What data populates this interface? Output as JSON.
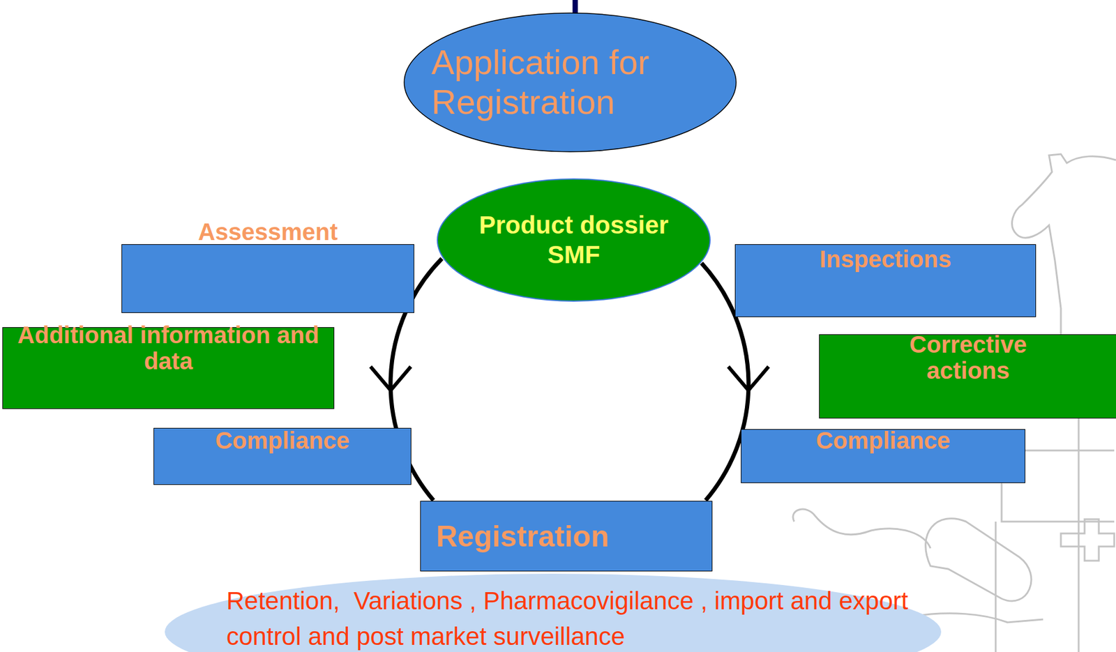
{
  "diagram": {
    "nodes": [
      {
        "text": [
          "Application for Registration"
        ]
      },
      {
        "text": [
          "Product dossier SMF"
        ]
      },
      {
        "text": [
          "Assessment"
        ]
      },
      {
        "text": [
          "Inspections"
        ]
      },
      {
        "text": [
          "Additional information and data"
        ]
      },
      {
        "text": [
          "Corrective actions"
        ]
      },
      {
        "text": [
          "Compliance"
        ]
      },
      {
        "text": [
          "Compliance"
        ]
      },
      {
        "text": [
          "Registration"
        ]
      },
      {
        "text": [
          "Retention,  Variations , Pharmacovigilance , import and export control and post market surveillance"
        ]
      }
    ],
    "edges": [
      {
        "from": 1,
        "to": 8,
        "arrow": "to"
      },
      {
        "from": 1,
        "to": 8,
        "arrow": "to"
      }
    ]
  }
}
